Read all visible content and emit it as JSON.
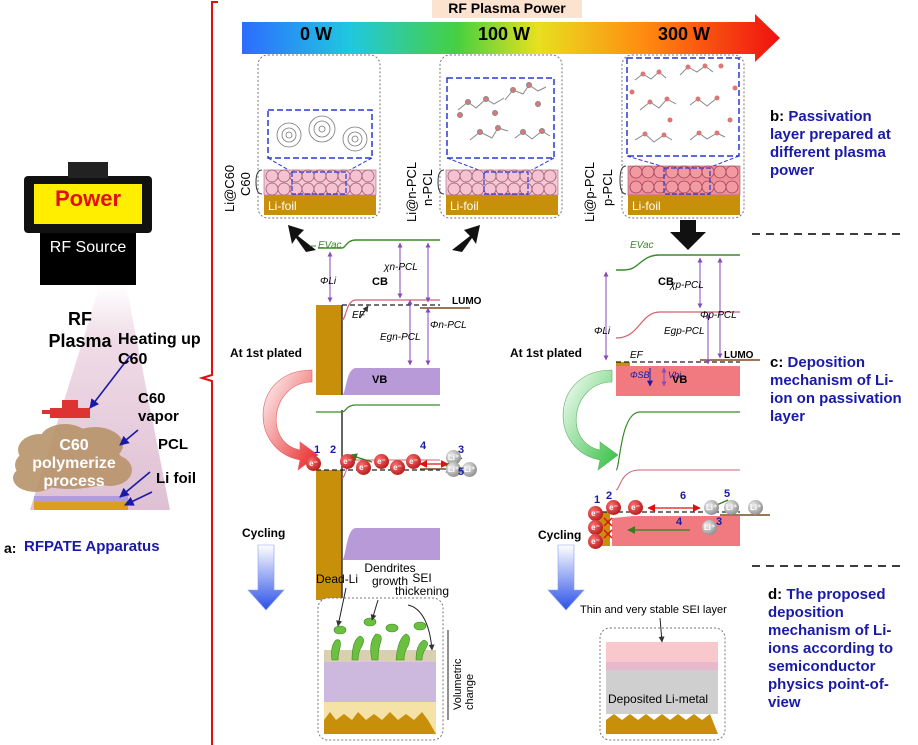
{
  "header": {
    "title": "RF Plasma Power",
    "powers": [
      "0 W",
      "100 W",
      "300 W"
    ]
  },
  "apparatus": {
    "power_label": "Power",
    "source_label": "RF Source",
    "plasma_label": "RF Plasma",
    "heating_label": "Heating up C60",
    "vapor_label": "C60 vapor",
    "polymerize_label": "C60 polymerize process",
    "pcl_label": "PCL",
    "foil_label": "Li foil",
    "caption_key": "a:",
    "caption_text": "RFPATE Apparatus"
  },
  "panels": [
    {
      "side_label": "Li@C60",
      "layer_label": "C60",
      "foil_label": "Li-foil"
    },
    {
      "side_label": "Li@n-PCL",
      "layer_label": "n-PCL",
      "foil_label": "Li-foil"
    },
    {
      "side_label": "Li@p-PCL",
      "layer_label": "p-PCL",
      "foil_label": "Li-foil"
    }
  ],
  "side_captions": {
    "b_key": "b:",
    "b_text": "Passivation layer prepared at different plasma power",
    "c_key": "c:",
    "c_text": "Deposition mechanism of Li-ion on passivation layer",
    "d_key": "d:",
    "d_text": "The proposed deposition mechanism of Li-ions according to semiconductor physics point-of-view"
  },
  "band_left": {
    "evac": "EVac",
    "phi_li": "ΦLi",
    "cb": "CB",
    "chi": "χn-PCL",
    "lumo": "LUMO",
    "ef": "EF",
    "phi": "Φn-PCL",
    "eg": "Egn-PCL",
    "vb": "VB",
    "first_plated": "At 1st plated"
  },
  "band_right": {
    "evac": "EVac",
    "phi_li": "ΦLi",
    "cb": "CB",
    "chi": "χp-PCL",
    "lumo": "LUMO",
    "ef": "EF",
    "phi": "Φp-PCL",
    "eg": "Egp-PCL",
    "vb": "VB",
    "phi_sb": "ΦSB",
    "vbi": "Vbi",
    "first_plated": "At 1st plated"
  },
  "deposition": {
    "e_symbol": "e⁻",
    "li_symbol": "Li⁺",
    "left_steps": [
      "1",
      "2",
      "3",
      "4",
      "5"
    ],
    "right_steps": [
      "1",
      "2",
      "3",
      "4",
      "5",
      "6"
    ]
  },
  "cycling": {
    "label": "Cycling",
    "dead_li": "Dead-Li",
    "dendrites": "Dendrites growth",
    "sei_thick": "SEI thickening",
    "volumetric": "Volumetric change",
    "thin_sei": "Thin and very stable SEI layer",
    "deposited": "Deposited Li-metal"
  },
  "colors": {
    "accent_blue": "#1a1aa8",
    "red_line": "#e01010",
    "gold": "#c8900a",
    "vb_purple": "#b89ad8",
    "vb_pink": "#f07a80",
    "power_yellow": "#ffee00"
  }
}
